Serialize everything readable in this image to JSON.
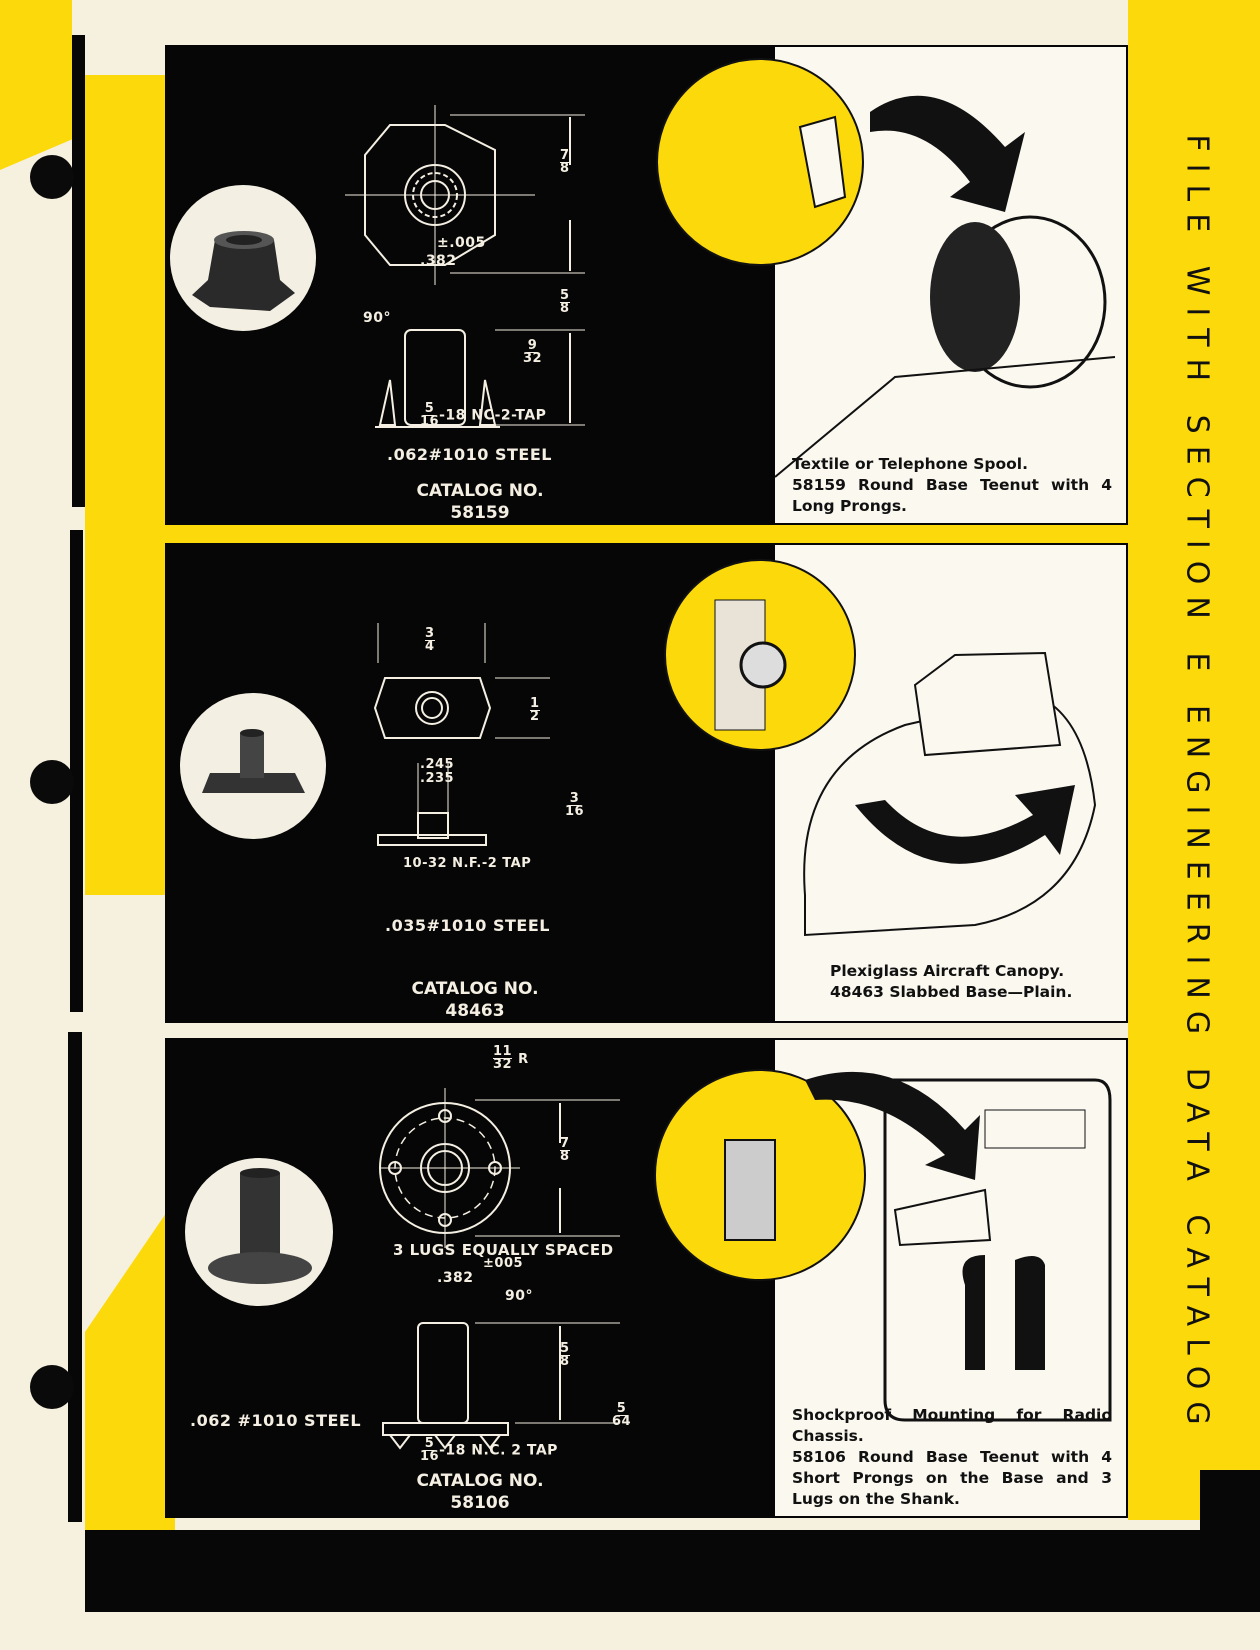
{
  "sidebar_text": "FILE WITH SECTION E ENGINEERING DATA CATALOG",
  "colors": {
    "yellow": "#fcd90a",
    "black": "#070707",
    "paper": "#f6f0de"
  },
  "panels": [
    {
      "dims": {
        "height": {
          "num": "7",
          "den": "8"
        },
        "tolerance": "±.005",
        "width": ".382",
        "angle": "90°",
        "shank": {
          "num": "5",
          "den": "8"
        },
        "prong": {
          "num": "9",
          "den": "32"
        },
        "tap_frac": {
          "num": "5",
          "den": "16"
        },
        "tap": "-18 NC-2-TAP"
      },
      "material": ".062#1010 STEEL",
      "catalog_label": "CATALOG NO.",
      "catalog_number": "58159",
      "caption_title": "Textile or Telephone Spool.",
      "caption_body": "58159 Round Base Teenut with 4 Long Prongs."
    },
    {
      "dims": {
        "width": {
          "num": "3",
          "den": "4"
        },
        "height": {
          "num": "1",
          "den": "2"
        },
        "shank_max": ".245",
        "shank_min": ".235",
        "base": {
          "num": "3",
          "den": "16"
        },
        "tap": "10-32 N.F.-2 TAP"
      },
      "material": ".035#1010 STEEL",
      "catalog_label": "CATALOG NO.",
      "catalog_number": "48463",
      "caption_title": "Plexiglass Aircraft Canopy.",
      "caption_body": "48463 Slabbed Base—Plain."
    },
    {
      "dims": {
        "radius": {
          "num": "11",
          "den": "32"
        },
        "radius_suffix": "R",
        "height": {
          "num": "7",
          "den": "8"
        },
        "lugs": "3 LUGS EQUALLY SPACED",
        "tolerance": "±005",
        "width": ".382",
        "angle": "90°",
        "shank": {
          "num": "5",
          "den": "8"
        },
        "prong": {
          "num": "5",
          "den": "64"
        },
        "tap_frac": {
          "num": "5",
          "den": "16"
        },
        "tap": "-18 N.C. 2 TAP"
      },
      "material": ".062 #1010 STEEL",
      "catalog_label": "CATALOG NO.",
      "catalog_number": "58106",
      "caption_title": "Shockproof Mounting for Radio Chassis.",
      "caption_body": "58106 Round Base Teenut with 4 Short Prongs on the Base and 3 Lugs on the Shank."
    }
  ]
}
